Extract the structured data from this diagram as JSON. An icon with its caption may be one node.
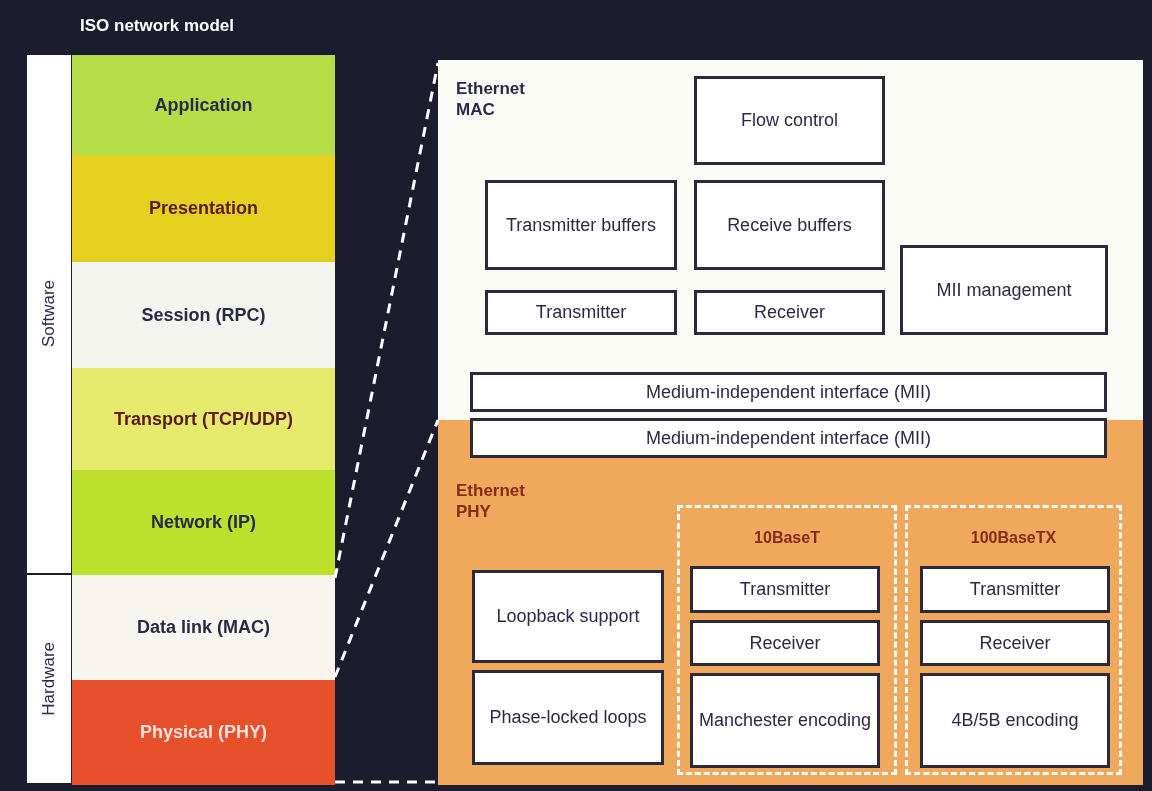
{
  "diagram": {
    "title": "ISO network model",
    "nodes": [
      {
        "text": [
          "Software"
        ]
      },
      {
        "text": [
          "Hardware"
        ]
      },
      {
        "text": [
          "Application"
        ]
      },
      {
        "text": [
          "Presentation"
        ]
      },
      {
        "text": [
          "Session (RPC)"
        ]
      },
      {
        "text": [
          "Transport (TCP/UDP)"
        ]
      },
      {
        "text": [
          "Network (IP)"
        ]
      },
      {
        "text": [
          "Data link (MAC)"
        ]
      },
      {
        "text": [
          "Physical (PHY)"
        ]
      },
      {
        "text": [
          "Ethernet MAC"
        ]
      },
      {
        "text": [
          "Flow control"
        ],
        "in": 9
      },
      {
        "text": [
          "Transmitter buffers"
        ],
        "in": 9
      },
      {
        "text": [
          "Receive buffers"
        ],
        "in": 9
      },
      {
        "text": [
          "MII management"
        ],
        "in": 9
      },
      {
        "text": [
          "Transmitter"
        ],
        "in": 9
      },
      {
        "text": [
          "Receiver"
        ],
        "in": 9
      },
      {
        "text": [
          "Medium-independent interface (MII)"
        ],
        "in": 9
      },
      {
        "text": [
          "Ethernet PHY"
        ]
      },
      {
        "text": [
          "Medium-independent interface (MII)"
        ],
        "in": 17
      },
      {
        "text": [
          "Loopback support"
        ],
        "in": 17
      },
      {
        "text": [
          "Phase-locked loops"
        ],
        "in": 17
      },
      {
        "text": [
          "10BaseT"
        ],
        "in": 17
      },
      {
        "text": [
          "Transmitter"
        ],
        "in": 21
      },
      {
        "text": [
          "Receiver"
        ],
        "in": 21
      },
      {
        "text": [
          "Manchester encoding"
        ],
        "in": 21
      },
      {
        "text": [
          "100BaseTX"
        ],
        "in": 17
      },
      {
        "text": [
          "Transmitter"
        ],
        "in": 25
      },
      {
        "text": [
          "Receiver"
        ],
        "in": 25
      },
      {
        "text": [
          "4B/5B encoding"
        ],
        "in": 25
      }
    ],
    "edges": [
      {
        "from": 7,
        "to": 9,
        "arrow": "none",
        "style": "dashed"
      },
      {
        "from": 7,
        "to": 9,
        "arrow": "none",
        "style": "dashed"
      },
      {
        "from": 8,
        "to": 17,
        "arrow": "none",
        "style": "dashed"
      }
    ]
  }
}
